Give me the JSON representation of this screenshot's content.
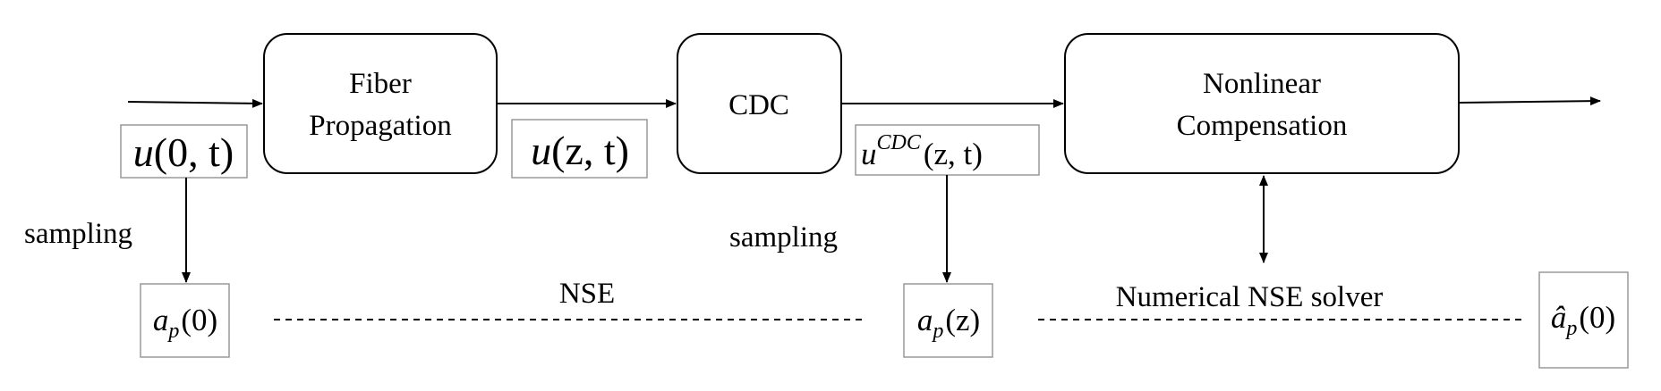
{
  "blocks": {
    "fiber": {
      "line1": "Fiber",
      "line2": "Propagation"
    },
    "cdc": {
      "label": "CDC"
    },
    "nonlinear": {
      "line1": "Nonlinear",
      "line2": "Compensation"
    }
  },
  "signals": {
    "u0t": {
      "name": "u",
      "args": "(0, t)"
    },
    "uzt": {
      "name": "u",
      "args": "(z, t)"
    },
    "ucdc": {
      "name": "u",
      "sup": "CDC",
      "args": "(z, t)"
    }
  },
  "samples": {
    "ap0": {
      "name": "a",
      "sub": "p",
      "args": "(0)"
    },
    "apz": {
      "name": "a",
      "sub": "p",
      "args": "(z)"
    },
    "aphat": {
      "name": "â",
      "sub": "p",
      "args": "(0)"
    }
  },
  "labels": {
    "sampling_left": "sampling",
    "sampling_mid": "sampling",
    "nse": "NSE",
    "solver": "Numerical NSE solver"
  }
}
